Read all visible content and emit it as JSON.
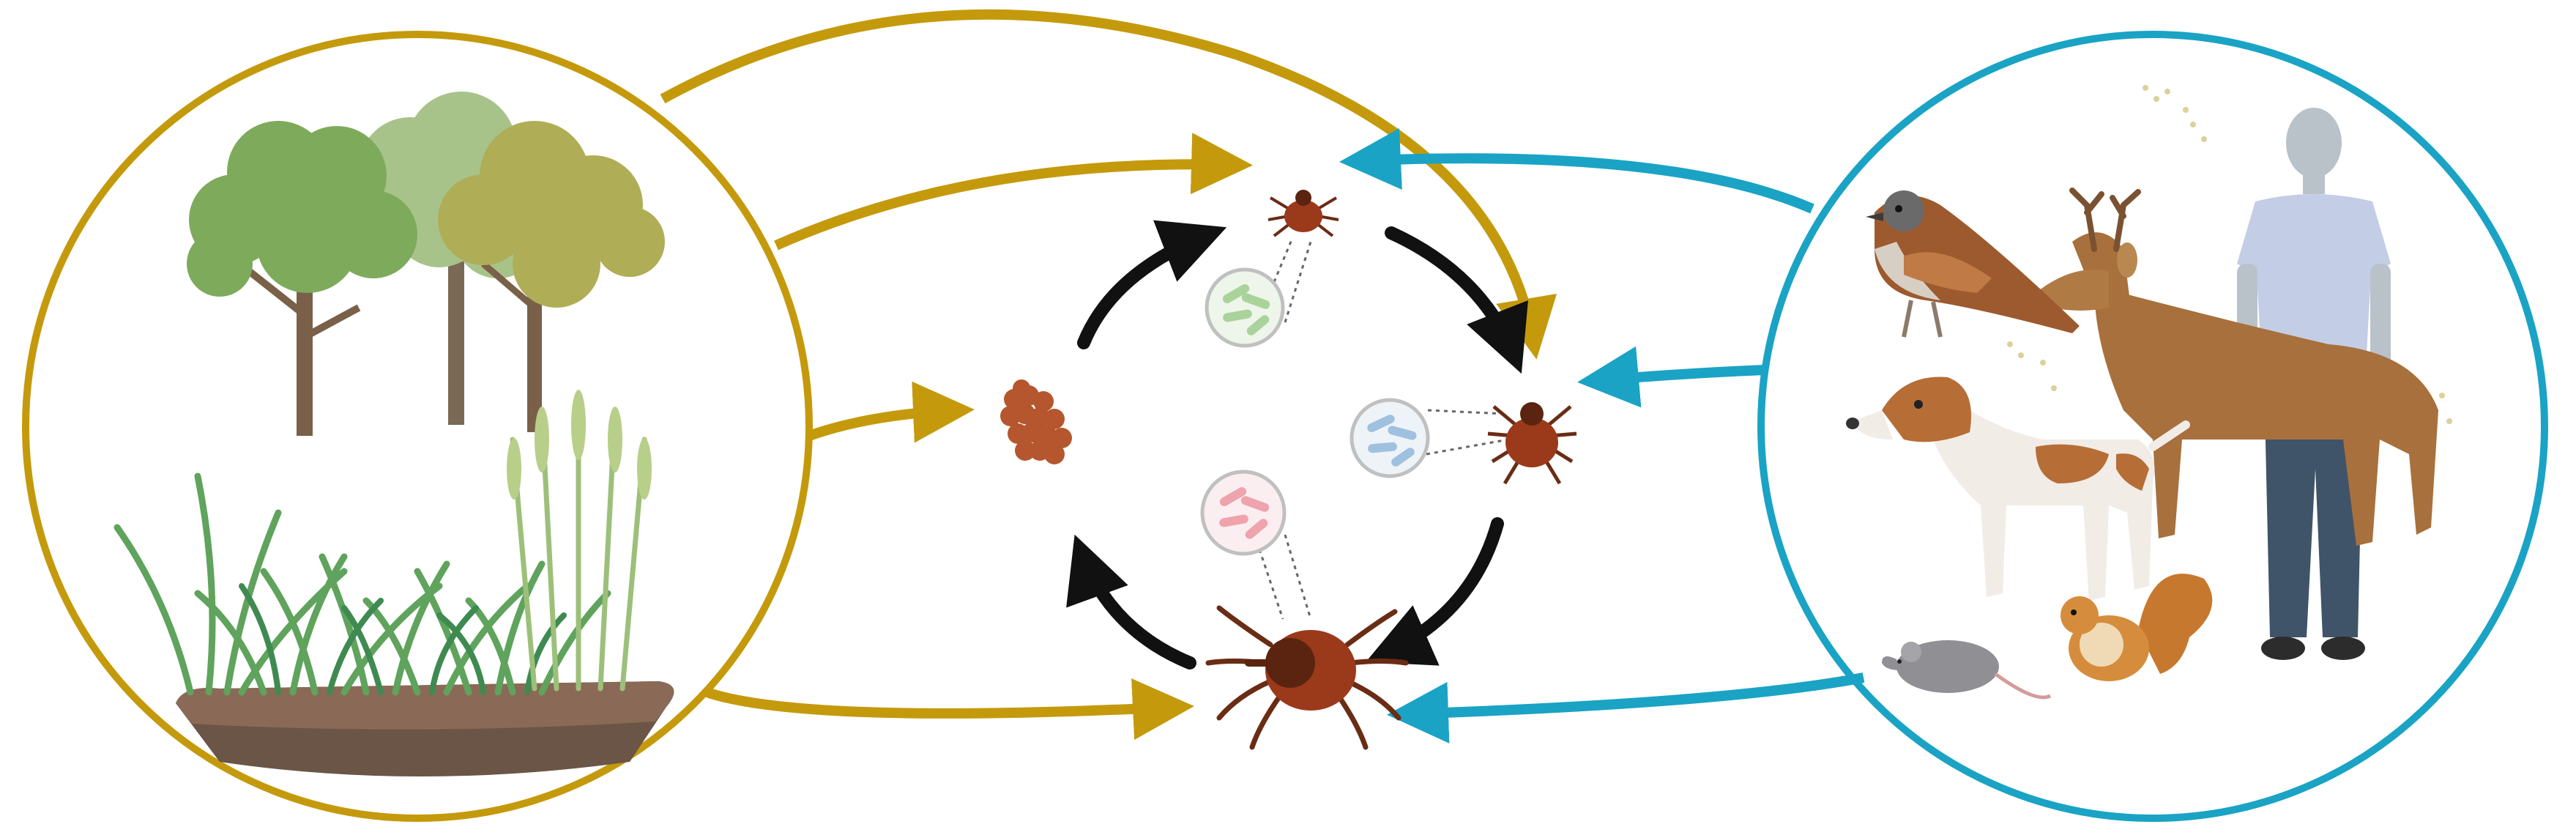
{
  "colors": {
    "environment": "#c49a0c",
    "hosts": "#1aa3c4",
    "cycle": "#111111",
    "tick_body": "#9a3a1b",
    "tick_scutum": "#5a2410",
    "egg_mass": "#b5562e",
    "bacteria_green": "#a9d39a",
    "bacteria_blue": "#9fc1e0",
    "bacteria_pink": "#efa3ad"
  },
  "environment": {
    "contents": [
      "deciduous-trees",
      "grass-tufts",
      "wheat-stalks",
      "soil-layer"
    ]
  },
  "hosts": {
    "contents": [
      "sparrow",
      "roe-deer",
      "human",
      "pointer-dog",
      "rat",
      "squirrel"
    ]
  },
  "cycle": {
    "stages": [
      "egg-mass",
      "larva",
      "nymph",
      "adult-female"
    ],
    "arrows": [
      "eggs-to-larva",
      "larva-to-nymph",
      "nymph-to-adult",
      "adult-to-eggs"
    ]
  }
}
